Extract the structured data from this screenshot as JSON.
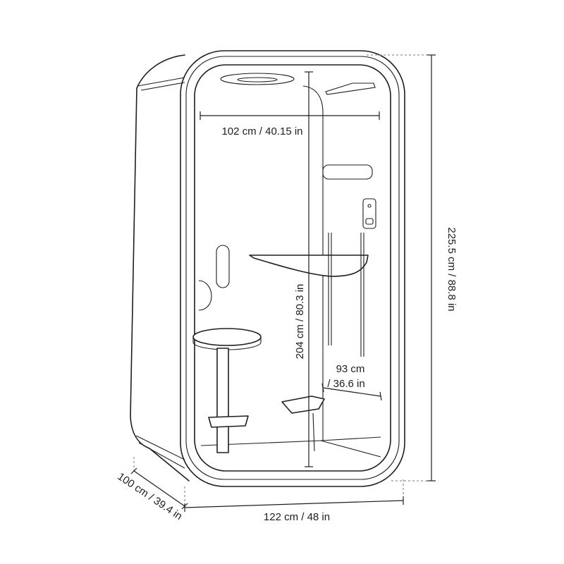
{
  "dimensions": {
    "interior_width": "102 cm / 40.15 in",
    "height": "225.5 cm / 88.8 in",
    "interior_height": "204 cm / 80.3 in",
    "depth_interior_line1": "93 cm",
    "depth_interior_line2": "/ 36.6 in",
    "depth": "100 cm / 39.4 in",
    "width": "122 cm / 48 in"
  }
}
